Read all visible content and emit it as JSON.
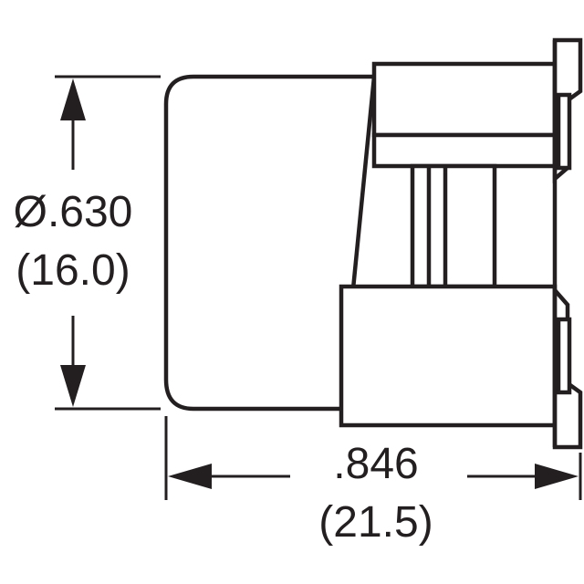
{
  "dimensions": {
    "diameter": {
      "inches": "Ø.630",
      "millimeters": "(16.0)"
    },
    "length": {
      "inches": ".846",
      "millimeters": "(21.5)"
    }
  },
  "colors": {
    "line": "#231f20",
    "background": "#ffffff"
  }
}
